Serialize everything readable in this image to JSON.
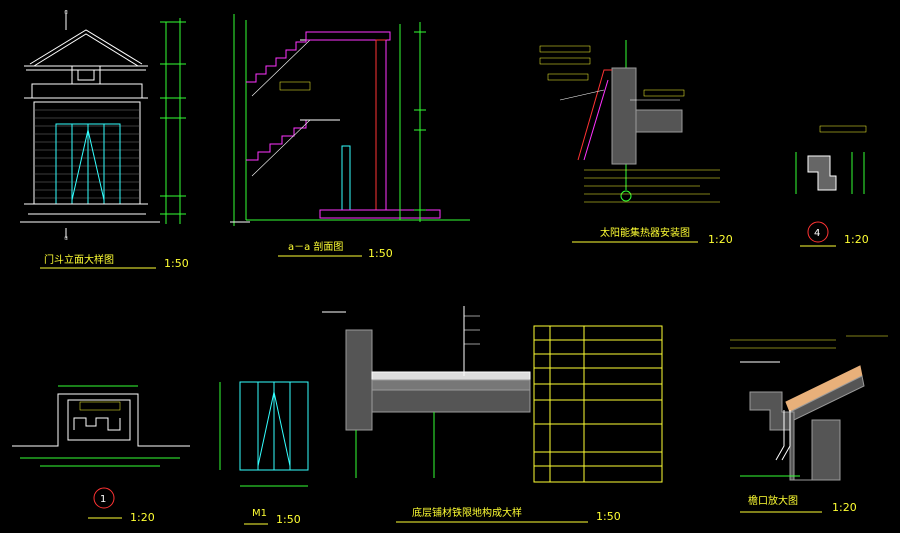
{
  "colors": {
    "background": "#000000",
    "white": "#ffffff",
    "yellow": "#ffff33",
    "green": "#33ff33",
    "cyan": "#33ffff",
    "magenta": "#ff33ff",
    "red": "#ff3333",
    "gray": "#9a9a9a",
    "tan": "#e8b07a",
    "blue": "#3399ff"
  },
  "captions": {
    "gate_elevation": "门斗立面大样图",
    "gate_elevation_scale": "1:50",
    "section_aa": "a－a 剖面图",
    "section_aa_scale": "1:50",
    "solar_detail": "太阳能集热器安装图",
    "solar_detail_scale": "1:20",
    "detail4_scale": "1:20",
    "detail4_number": "4",
    "detail1_scale": "1:20",
    "detail1_number": "1",
    "m1": "M1",
    "m1_scale": "1:50",
    "floor_detail": "底层铺材铁限地构成大样",
    "floor_detail_scale": "1:50",
    "eaves_detail": "檐口放大图",
    "eaves_detail_scale": "1:20"
  },
  "axis_marks": {
    "top_a": "①",
    "top_b": "②"
  }
}
